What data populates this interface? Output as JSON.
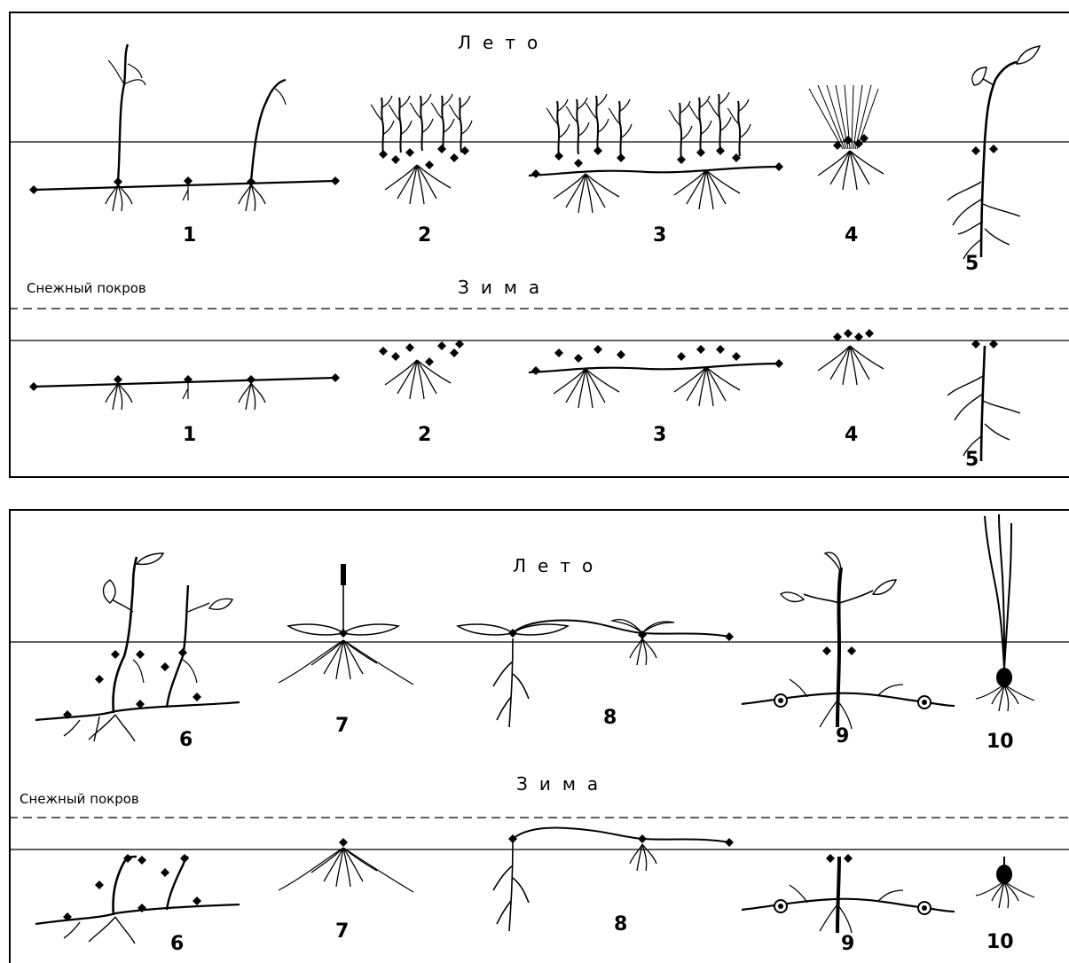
{
  "top_panel": {
    "summer_label": "Лето",
    "winter_label": "Зима",
    "snow_label": "Снежный покров",
    "summer_numbers": [
      "1",
      "2",
      "3",
      "4",
      "5"
    ],
    "winter_numbers": [
      "1",
      "2",
      "3",
      "4",
      "5"
    ]
  },
  "bottom_panel": {
    "summer_label": "Лето",
    "winter_label": "Зима",
    "snow_label": "Снежный  покров",
    "summer_numbers": [
      "6",
      "7",
      "8",
      "9",
      "10"
    ],
    "winter_numbers": [
      "6",
      "7",
      "8",
      "9",
      "10"
    ]
  }
}
